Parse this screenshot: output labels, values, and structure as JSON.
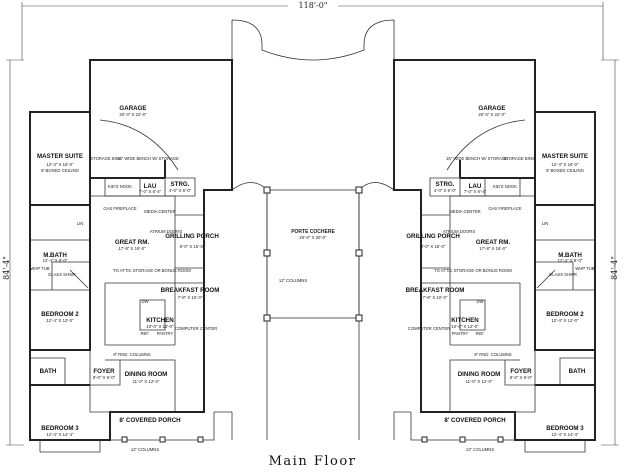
{
  "title": "Main Floor",
  "dimensions": {
    "width": "118'-0\"",
    "depth": "84'-4\""
  },
  "center": {
    "porte_cochere": "PORTE COCHERE",
    "porte_cochere_size": "20'-0\" X 20'-0\"",
    "columns_note": "12\" COLUMNS"
  },
  "left_unit": {
    "garage": "GARAGE",
    "garage_size": "20'-0\" X 22'-0\"",
    "storage_bins": "STORAGE BINS",
    "bench": "16\" WIDE BENCH W/ STORAGE",
    "kids_nook": "KID'S NOOK",
    "lau": "LAU",
    "lau_size": "7'-0\" X 6'-4\"",
    "strg": "STRG.",
    "strg_size": "4'-0\" X 6'-0\"",
    "master_suite": "MASTER SUITE",
    "master_size": "12'-4\" X 16'-0\"",
    "master_ceiling": "9' BOXED CEILING",
    "gas_fireplace": "GAS FIREPLACE",
    "media": "MEDIA CENTER",
    "atrium": "ATRIUM DOORS",
    "great_rm": "GREAT RM.",
    "great_size": "17'-8\" X 16'-0\"",
    "grilling": "GRILLING PORCH",
    "grilling_size": "8'-0\" X 16'-0\"",
    "m_bath": "M.BATH",
    "m_bath_size": "12'-4\" X 8'-0\"",
    "whp_tub": "WHP TUB",
    "glass_shwr": "GLASS SHWR",
    "lin": "LIN",
    "attic": "TO ATTIC STORAGE OR BONUS ROOM",
    "breakfast": "BREAKFAST ROOM",
    "breakfast_size": "7'-8\" X 10'-0\"",
    "kitchen": "KITCHEN",
    "kitchen_size": "10'-0\" X 12'-0\"",
    "dw": "DW",
    "ref": "REF.",
    "pantry": "PANTRY",
    "computer": "COMPUTER CENTER",
    "bedroom2": "BEDROOM 2",
    "bedroom2_size": "12'-4\" X 12'-0\"",
    "bath": "BATH",
    "foyer": "FOYER",
    "foyer_size": "8'-0\" X 5'-0\"",
    "rnd_columns": "8\" RND. COLUMNS",
    "dining": "DINING ROOM",
    "dining_size": "11'-0\" X 12'-0\"",
    "covered_porch": "8' COVERED PORCH",
    "bedroom3": "BEDROOM 3",
    "bedroom3_size": "12'-4\" X 14'-4\"",
    "porch_columns": "12\" COLUMNS"
  },
  "right_unit": {
    "garage": "GARAGE",
    "garage_size": "20'-0\" X 22'-0\"",
    "storage_bins": "STORAGE BINS",
    "bench": "16\" WIDE BENCH W/ STORAGE",
    "kids_nook": "KID'S NOOK",
    "lau": "LAU",
    "lau_size": "7'-0\" X 6'-4\"",
    "strg": "STRG.",
    "strg_size": "4'-0\" X 6'-0\"",
    "master_suite": "MASTER SUITE",
    "master_size": "12'-4\" X 16'-0\"",
    "master_ceiling": "9' BOXED CEILING",
    "gas_fireplace": "GAS FIREPLACE",
    "media": "MEDIA CENTER",
    "atrium": "ATRIUM DOORS",
    "great_rm": "GREAT RM.",
    "great_size": "17'-8\" X 16'-0\"",
    "grilling": "GRILLING PORCH",
    "grilling_size": "8'-0\" X 16'-0\"",
    "m_bath": "M.BATH",
    "m_bath_size": "12'-4\" X 8'-0\"",
    "whp_tub": "WHP TUB",
    "glass_shwr": "GLASS SHWR",
    "lin": "LIN",
    "attic": "TO ATTIC STORAGE OR BONUS ROOM",
    "breakfast": "BREAKFAST ROOM",
    "breakfast_size": "7'-8\" X 10'-0\"",
    "kitchen": "KITCHEN",
    "kitchen_size": "10'-0\" X 12'-0\"",
    "dw": "DW",
    "ref": "REF.",
    "pantry": "PANTRY",
    "computer": "COMPUTER CENTER",
    "bedroom2": "BEDROOM 2",
    "bedroom2_size": "12'-4\" X 12'-0\"",
    "bath": "BATH",
    "foyer": "FOYER",
    "foyer_size": "8'-0\" X 5'-0\"",
    "rnd_columns": "8\" RND. COLUMNS",
    "dining": "DINING ROOM",
    "dining_size": "11'-0\" X 12'-0\"",
    "covered_porch": "8' COVERED PORCH",
    "bedroom3": "BEDROOM 3",
    "bedroom3_size": "12'-4\" X 14'-4\"",
    "porch_columns": "12\" COLUMNS"
  }
}
